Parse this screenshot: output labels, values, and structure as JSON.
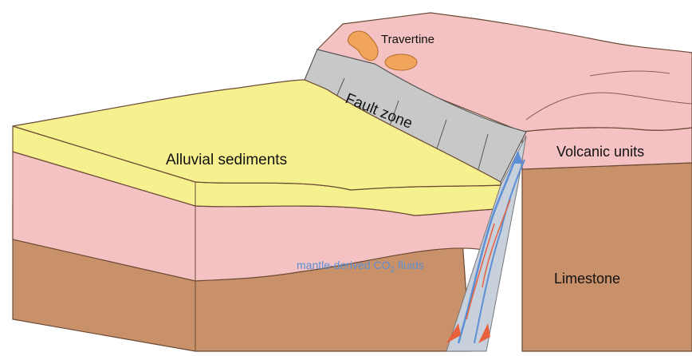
{
  "labels": {
    "travertine": "Travertine",
    "fault_zone": "Fault zone",
    "alluvial": "Alluvial sediments",
    "volcanic": "Volcanic units",
    "limestone": "Limestone",
    "fluids_prefix": "mantle-derived CO",
    "fluids_subscript": "2",
    "fluids_suffix": " fluids"
  },
  "colors": {
    "alluvial": "#f7f08f",
    "volcanic": "#f4c2c2",
    "limestone": "#c9916a",
    "fault": "#c8c8c8",
    "travertine": "#f0a55a",
    "fluid_blue": "#5b8fd6",
    "fluid_red": "#e8603c"
  }
}
